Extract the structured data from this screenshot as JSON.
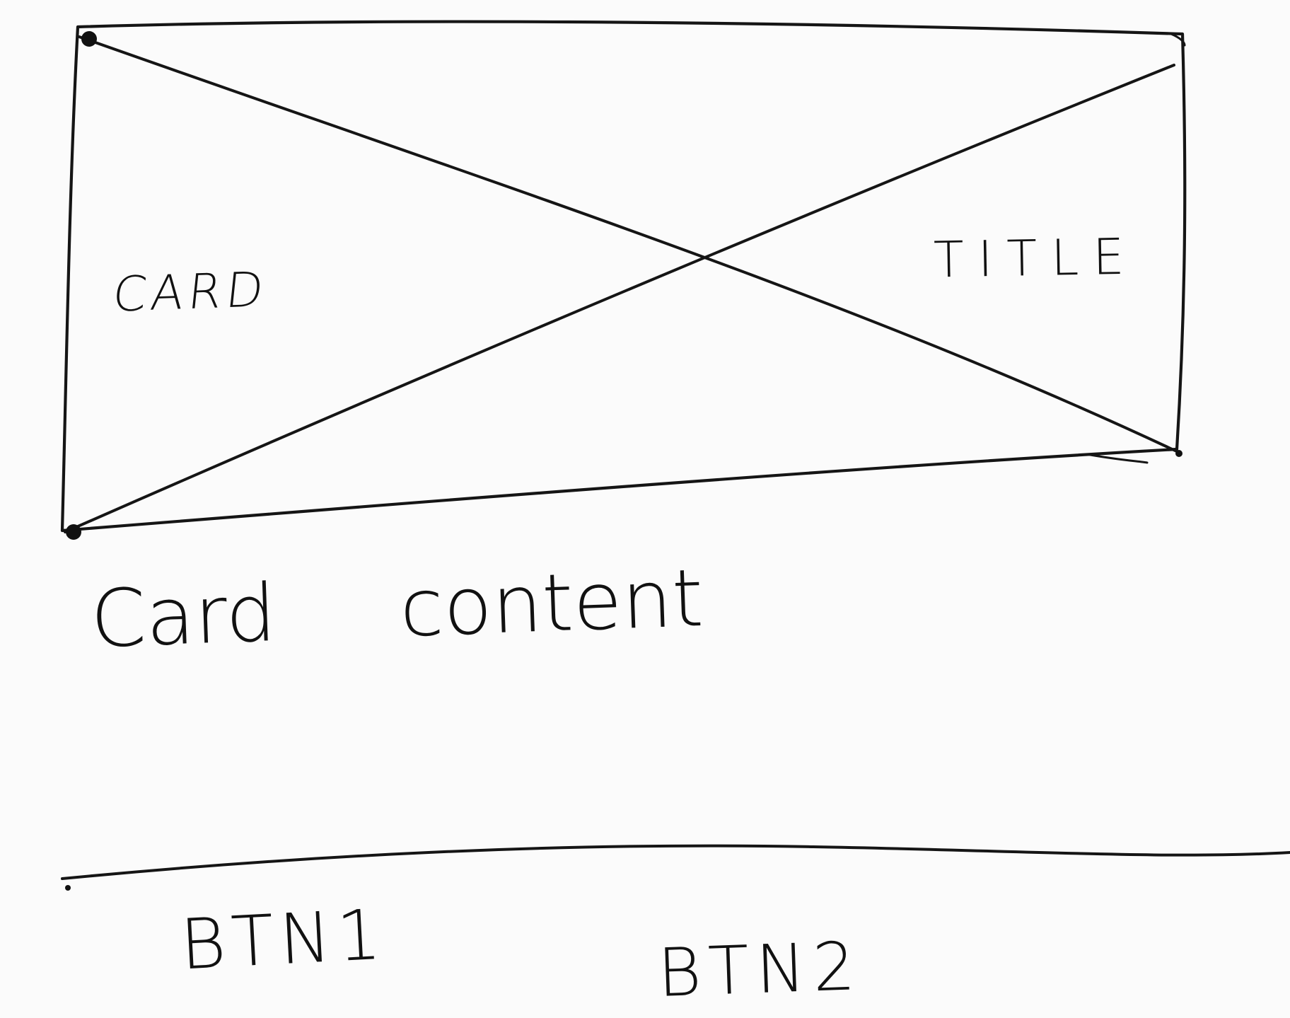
{
  "card": {
    "title_left": "CARD",
    "title_right": "TITLE",
    "content": "Card content"
  },
  "actions": {
    "btn1_label": "BTN1",
    "btn2_label": "BTN2"
  }
}
